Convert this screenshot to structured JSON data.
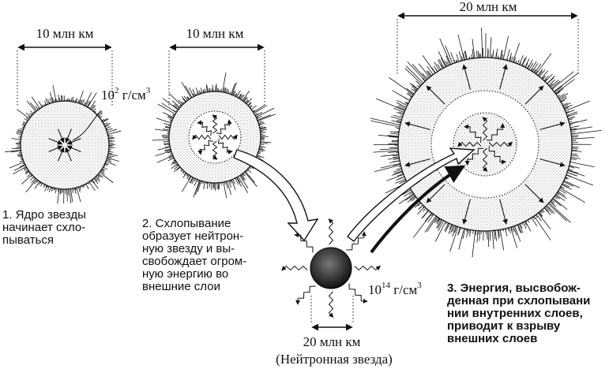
{
  "labels": {
    "scale_star1": "10 млн км",
    "scale_star2": "10 млн км",
    "scale_star3": "20 млн км",
    "scale_neutron": "20 млн км",
    "density_star1_base": "10",
    "density_star1_exp": "2",
    "density_star1_unit": " г/см",
    "density_star1_unit_exp": "3",
    "density_neutron_base": "10",
    "density_neutron_exp": "14",
    "density_neutron_unit": " г/см",
    "density_neutron_unit_exp": "3",
    "neutron_star_title": "(Нейтронная звезда)"
  },
  "steps": [
    {
      "text": "1. Ядро звезды\nначинает схло-\nпываться"
    },
    {
      "text": "2. Схлопывание\nобразует нейтрон-\nную звезду и вы-\nсвобождает огром-\nную энергию во\nвнешние слои"
    },
    {
      "text": "3. Энергия, высвобож-\nденная при схлопывани\nнии внутренних слоев,\nприводит к взрыву\nвнешних слоев"
    }
  ]
}
